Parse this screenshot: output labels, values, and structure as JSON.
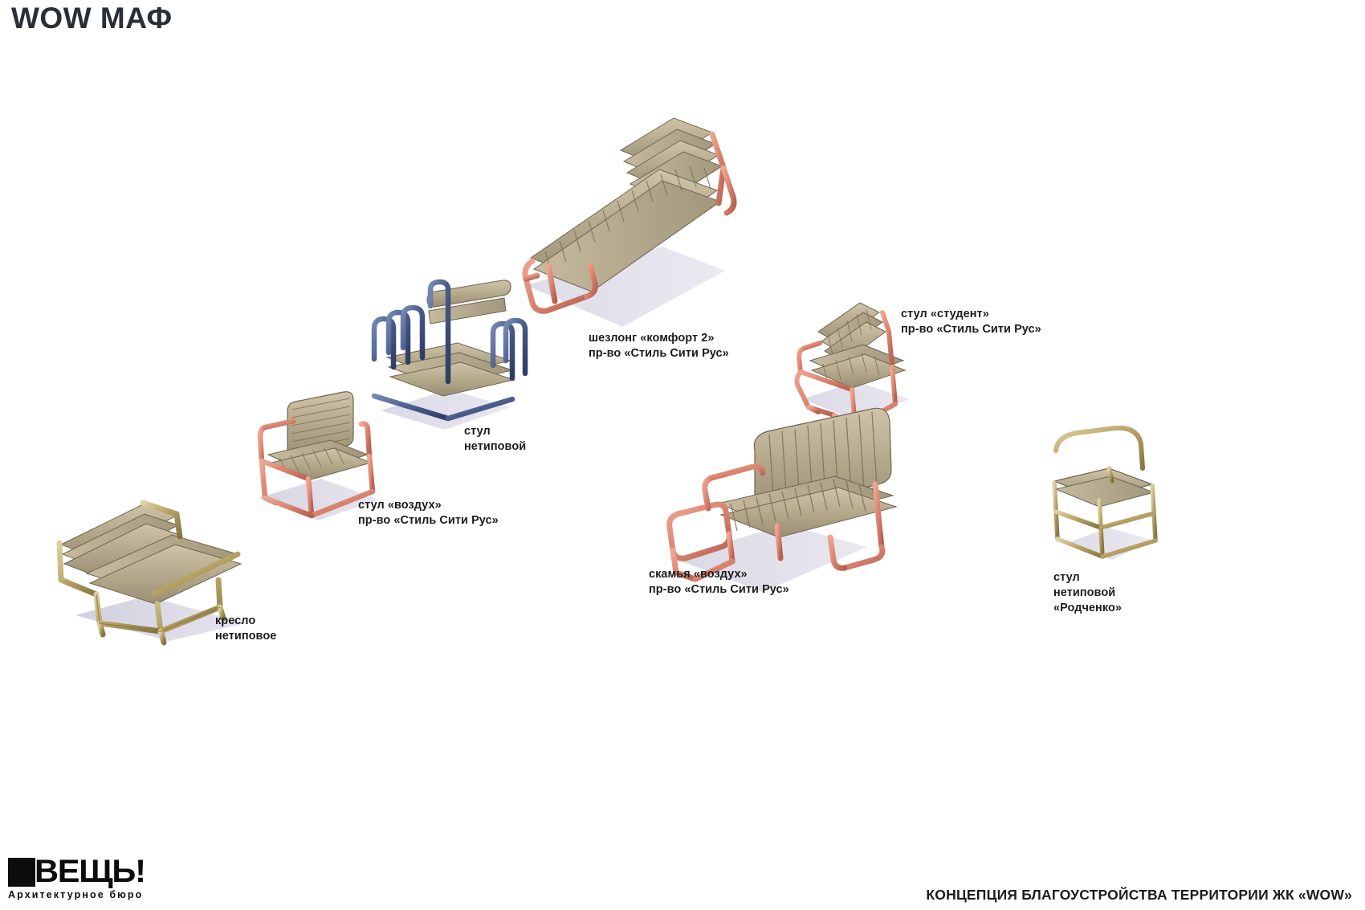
{
  "header": {
    "title": "WOW МАФ"
  },
  "colors": {
    "background": "#ffffff",
    "text": "#1c1c1e",
    "title": "#2a2e35",
    "salmon_frame": "#d9836f",
    "salmon_frame_dark": "#b4614e",
    "salmon_frame_light": "#eda590",
    "navy_frame": "#4a5c88",
    "navy_frame_dark": "#32406a",
    "navy_frame_light": "#6b7ca8",
    "brass_frame": "#b5a063",
    "brass_frame_dark": "#8a7940",
    "brass_frame_light": "#d6c68c",
    "wood_slat": "#b3a78a",
    "wood_slat_dark": "#8f8469",
    "wood_slat_light": "#cabfa4",
    "shadow": "#b9b6cf"
  },
  "figures": [
    {
      "id": "armchair-custom",
      "name": "кресло нетиповое",
      "frame_color": "brass",
      "label_lines": [
        "кресло",
        "нетиповое"
      ]
    },
    {
      "id": "chair-vozduh",
      "name": "стул «воздух»",
      "frame_color": "salmon",
      "label_lines": [
        "стул «воздух»",
        "пр-во «Стиль Сити Рус»"
      ]
    },
    {
      "id": "chair-custom-blue",
      "name": "стул нетиповой",
      "frame_color": "navy",
      "label_lines": [
        "стул",
        "нетиповой"
      ]
    },
    {
      "id": "chaise-komfort-2",
      "name": "шезлонг «комфорт 2»",
      "frame_color": "salmon",
      "label_lines": [
        "шезлонг «комфорт 2»",
        "пр-во «Стиль Сити Рус»"
      ]
    },
    {
      "id": "chair-student",
      "name": "стул «студент»",
      "frame_color": "salmon",
      "label_lines": [
        "стул «студент»",
        "пр-во «Стиль Сити Рус»"
      ]
    },
    {
      "id": "bench-vozduh",
      "name": "скамья «воздух»",
      "frame_color": "salmon",
      "label_lines": [
        "скамья «воздух»",
        "пр-во «Стиль Сити Рус»"
      ]
    },
    {
      "id": "chair-rodchenko",
      "name": "стул нетиповой «Родченко»",
      "frame_color": "brass",
      "label_lines": [
        "стул",
        "нетиповой",
        "«Родченко»"
      ]
    }
  ],
  "footer": {
    "caption": "КОНЦЕПЦИЯ БЛАГОУСТРОЙСТВА ТЕРРИТОРИИ ЖК «WOW»",
    "logo_word": "ВЕЩЬ!",
    "logo_sub": "Архитектурное  бюро"
  }
}
